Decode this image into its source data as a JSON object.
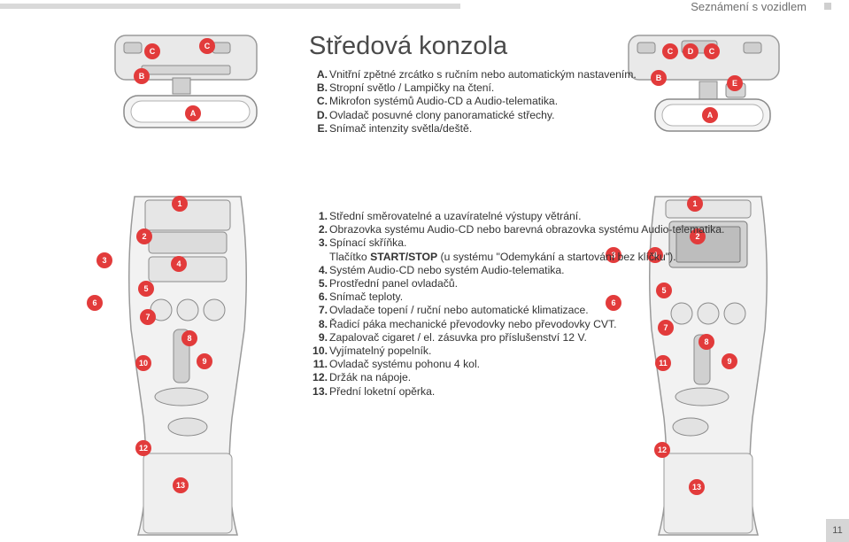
{
  "header": {
    "section": "Seznámení s vozidlem"
  },
  "title": "Středová konzola",
  "list_a": [
    {
      "key": "A.",
      "text": "Vnitřní zpětné zrcátko s ručním nebo automatickým nastavením."
    },
    {
      "key": "B.",
      "text": "Stropní světlo / Lampičky na čtení."
    },
    {
      "key": "C.",
      "text": "Mikrofon systémů Audio-CD a Audio-telematika."
    },
    {
      "key": "D.",
      "text": "Ovladač posuvné clony panoramatické střechy."
    },
    {
      "key": "E.",
      "text": "Snímač intenzity světla/deště."
    }
  ],
  "list_b": [
    {
      "key": "1.",
      "text": "Střední směrovatelné a uzavíratelné výstupy větrání."
    },
    {
      "key": "2.",
      "text": "Obrazovka systému Audio-CD nebo barevná obrazovka systému Audio-telematika."
    },
    {
      "key": "3.",
      "text": "Spínací skříňka.",
      "sub_pre": "Tlačítko ",
      "sub_bold": "START/STOP",
      "sub_post": " (u systému \"Odemykání a startování bez klíčku\")."
    },
    {
      "key": "4.",
      "text": "Systém Audio-CD nebo systém Audio-telematika."
    },
    {
      "key": "5.",
      "text": "Prostřední panel ovladačů."
    },
    {
      "key": "6.",
      "text": "Snímač teploty."
    },
    {
      "key": "7.",
      "text": "Ovladače topení / ruční nebo automatické klimatizace."
    },
    {
      "key": "8.",
      "text": "Řadicí páka mechanické převodovky nebo převodovky CVT."
    },
    {
      "key": "9.",
      "text": "Zapalovač cigaret / el. zásuvka pro příslušenství 12 V."
    },
    {
      "key": "10.",
      "text": "Vyjímatelný popelník."
    },
    {
      "key": "11.",
      "text": "Ovladač systému pohonu 4 kol."
    },
    {
      "key": "12.",
      "text": "Držák na nápoje."
    },
    {
      "key": "13.",
      "text": "Přední loketní opěrka."
    }
  ],
  "badges": {
    "left_top": [
      "C",
      "C",
      "B",
      "A"
    ],
    "right_top": [
      "C",
      "D",
      "C",
      "B",
      "E",
      "A"
    ],
    "left_console": [
      "1",
      "2",
      "3",
      "4",
      "5",
      "6",
      "7",
      "8",
      "9",
      "10",
      "12",
      "13"
    ],
    "right_console": [
      "1",
      "2",
      "3",
      "4",
      "5",
      "6",
      "7",
      "8",
      "9",
      "11",
      "12",
      "13"
    ]
  },
  "page_number": "11",
  "colors": {
    "badge": "#e23b3b",
    "line_art": "#9a9a9a",
    "fill_art": "#e6e6e6"
  }
}
